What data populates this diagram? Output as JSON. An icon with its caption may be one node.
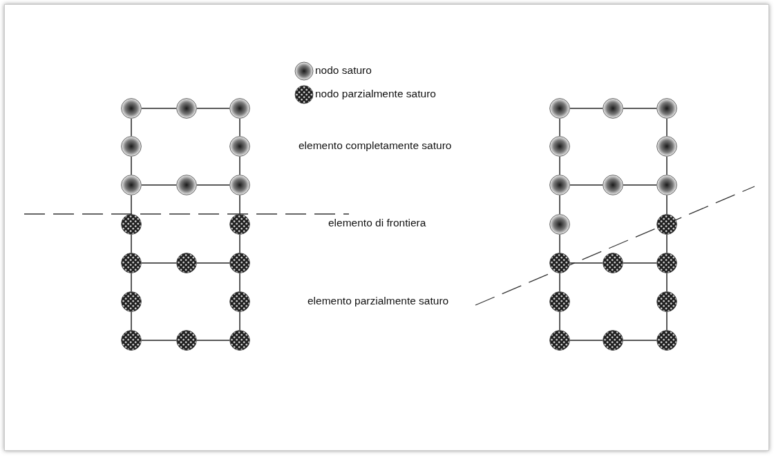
{
  "diagram": {
    "nodes": [
      {
        "text": [],
        "shape": "circle"
      },
      {
        "text": [],
        "shape": "circle"
      },
      {
        "text": [],
        "shape": "circle"
      },
      {
        "text": [],
        "shape": "circle"
      },
      {
        "text": [],
        "shape": "circle"
      },
      {
        "text": [],
        "shape": "circle"
      },
      {
        "text": [],
        "shape": "circle"
      },
      {
        "text": [],
        "shape": "circle"
      },
      {
        "text": [],
        "shape": "circle"
      },
      {
        "text": [],
        "shape": "circle"
      },
      {
        "text": [],
        "shape": "circle"
      },
      {
        "text": [],
        "shape": "circle"
      },
      {
        "text": [],
        "shape": "circle"
      },
      {
        "text": [],
        "shape": "circle"
      },
      {
        "text": [],
        "shape": "circle"
      },
      {
        "text": [],
        "shape": "circle"
      },
      {
        "text": [],
        "shape": "circle"
      },
      {
        "text": [],
        "shape": "circle"
      },
      {
        "text": [],
        "shape": "circle"
      },
      {
        "text": [],
        "shape": "circle"
      },
      {
        "text": [],
        "shape": "circle"
      },
      {
        "text": [],
        "shape": "circle"
      },
      {
        "text": [],
        "shape": "circle"
      },
      {
        "text": [],
        "shape": "circle"
      },
      {
        "text": [],
        "shape": "circle"
      },
      {
        "text": [],
        "shape": "circle"
      },
      {
        "text": [],
        "shape": "circle"
      },
      {
        "text": [],
        "shape": "circle"
      },
      {
        "text": [],
        "shape": "circle"
      },
      {
        "text": [],
        "shape": "circle"
      },
      {
        "text": [],
        "shape": "circle"
      },
      {
        "text": [],
        "shape": "circle"
      },
      {
        "text": [],
        "shape": "circle"
      },
      {
        "text": [],
        "shape": "circle"
      },
      {
        "text": [],
        "shape": "circle"
      },
      {
        "text": [],
        "shape": "circle"
      }
    ],
    "edges": [
      {
        "from": 0,
        "to": 1,
        "arrow": "none"
      },
      {
        "from": 1,
        "to": 2,
        "arrow": "none"
      },
      {
        "from": 0,
        "to": 3,
        "arrow": "none"
      },
      {
        "from": 2,
        "to": 4,
        "arrow": "none"
      },
      {
        "from": 3,
        "to": 5,
        "arrow": "none"
      },
      {
        "from": 4,
        "to": 7,
        "arrow": "none"
      },
      {
        "from": 5,
        "to": 6,
        "arrow": "none"
      },
      {
        "from": 6,
        "to": 7,
        "arrow": "none"
      },
      {
        "from": 5,
        "to": 8,
        "arrow": "none"
      },
      {
        "from": 7,
        "to": 9,
        "arrow": "none"
      },
      {
        "from": 8,
        "to": 10,
        "arrow": "none"
      },
      {
        "from": 9,
        "to": 12,
        "arrow": "none"
      },
      {
        "from": 10,
        "to": 11,
        "arrow": "none"
      },
      {
        "from": 11,
        "to": 12,
        "arrow": "none"
      },
      {
        "from": 10,
        "to": 13,
        "arrow": "none"
      },
      {
        "from": 12,
        "to": 14,
        "arrow": "none"
      },
      {
        "from": 13,
        "to": 15,
        "arrow": "none"
      },
      {
        "from": 14,
        "to": 17,
        "arrow": "none"
      },
      {
        "from": 15,
        "to": 16,
        "arrow": "none"
      },
      {
        "from": 16,
        "to": 17,
        "arrow": "none"
      },
      {
        "from": 18,
        "to": 19,
        "arrow": "none"
      },
      {
        "from": 19,
        "to": 20,
        "arrow": "none"
      },
      {
        "from": 18,
        "to": 21,
        "arrow": "none"
      },
      {
        "from": 20,
        "to": 22,
        "arrow": "none"
      },
      {
        "from": 21,
        "to": 23,
        "arrow": "none"
      },
      {
        "from": 22,
        "to": 25,
        "arrow": "none"
      },
      {
        "from": 23,
        "to": 24,
        "arrow": "none"
      },
      {
        "from": 24,
        "to": 25,
        "arrow": "none"
      },
      {
        "from": 23,
        "to": 26,
        "arrow": "none"
      },
      {
        "from": 25,
        "to": 27,
        "arrow": "none"
      },
      {
        "from": 26,
        "to": 28,
        "arrow": "none"
      },
      {
        "from": 27,
        "to": 30,
        "arrow": "none"
      },
      {
        "from": 28,
        "to": 29,
        "arrow": "none"
      },
      {
        "from": 29,
        "to": 30,
        "arrow": "none"
      },
      {
        "from": 28,
        "to": 31,
        "arrow": "none"
      },
      {
        "from": 30,
        "to": 32,
        "arrow": "none"
      },
      {
        "from": 31,
        "to": 33,
        "arrow": "none"
      },
      {
        "from": 32,
        "to": 35,
        "arrow": "none"
      },
      {
        "from": 33,
        "to": 34,
        "arrow": "none"
      },
      {
        "from": 34,
        "to": 35,
        "arrow": "none"
      }
    ],
    "labels": [
      "elemento completamente saturo",
      "elemento di frontiera",
      "elemento parzialmente saturo"
    ],
    "legend": [
      {
        "text": "nodo saturo"
      },
      {
        "text": "nodo parzialmente saturo"
      }
    ]
  }
}
